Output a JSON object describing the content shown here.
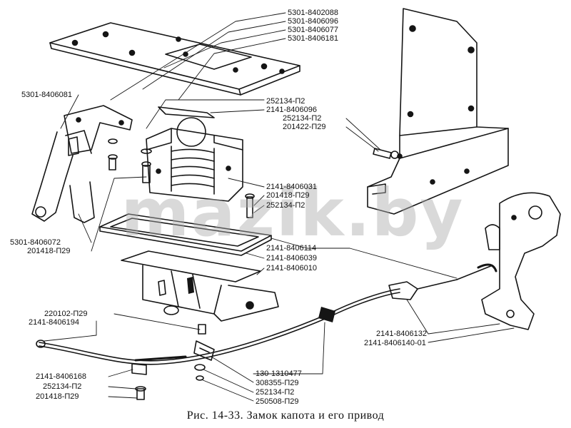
{
  "figure": {
    "caption": "Рис. 14-33. Замок капота и его привод",
    "watermark": "mazik.by"
  },
  "labels": {
    "l1": "5301-8402088",
    "l2": "5301-8406096",
    "l3": "5301-8406077",
    "l4": "5301-8406181",
    "l5": "5301-8406081",
    "l6": "252134-П2",
    "l7": "2141-8406096",
    "l8": "252134-П2",
    "l9": "201422-П29",
    "l10": "2141-8406031",
    "l11": "201418-П29",
    "l12": "252134-П2",
    "l13": "5301-8406072",
    "l14": "201418-П29",
    "l15": "2141-8406114",
    "l16": "2141-8406039",
    "l17": "2141-8406010",
    "l18": "220102-П29",
    "l19": "2141-8406194",
    "l20": "2141-8406132",
    "l21": "2141-8406140-01",
    "l22": "2141-8406168",
    "l23": "252134-П2",
    "l24": "201418-П29",
    "l25": "130-1310477",
    "l26": "308355-П29",
    "l27": "252134-П2",
    "l28": "250508-П29"
  }
}
